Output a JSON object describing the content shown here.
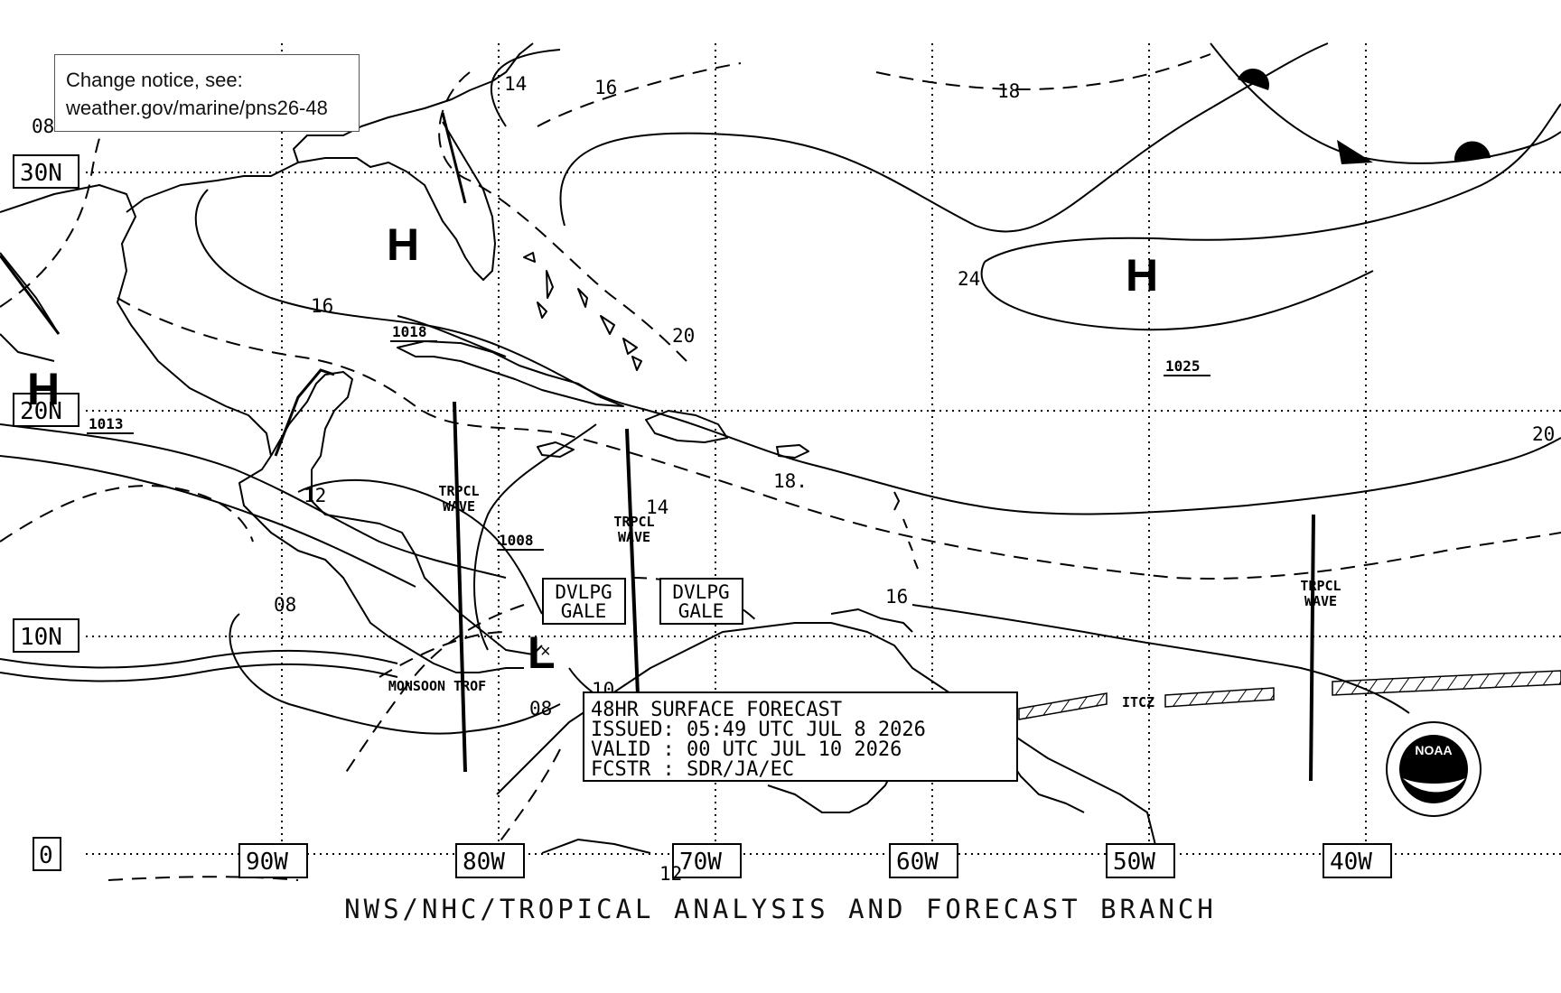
{
  "notice": {
    "line1": "Change notice, see:",
    "line2": "weather.gov/marine/pns26-48"
  },
  "lat_labels": {
    "n30": "30N",
    "n20": "20N",
    "n10": "10N",
    "eq": "0"
  },
  "lon_labels": {
    "w90": "90W",
    "w80": "80W",
    "w70": "70W",
    "w60": "60W",
    "w50": "50W",
    "w40": "40W"
  },
  "pressure_centers": {
    "high_gulf": "H",
    "high_atlantic": "H",
    "high_mexico": "H",
    "low_caribbean": "L"
  },
  "pressure_values": {
    "p1018": "1018",
    "p1013": "1013",
    "p1008": "1008",
    "p1025": "1025"
  },
  "isobar_labels": {
    "l14_top": "14",
    "l16_top": "16",
    "l18_top": "18",
    "l08_left": "08",
    "l16_gulf": "16",
    "l20_mid": "20",
    "l24": "24",
    "l20_right": "20",
    "l12_left": "12",
    "l18_mid": "18.",
    "l14_mid": "14",
    "l16_mid": "16",
    "l08_lower": "08",
    "l08_bottom": "08",
    "l10_bottom": "10",
    "l12_bottom": "12"
  },
  "features": {
    "wave1": [
      "TRPCL",
      "WAVE"
    ],
    "wave2": [
      "TRPCL",
      "WAVE"
    ],
    "wave3": [
      "TRPCL",
      "WAVE"
    ],
    "gale1": [
      "DVLPG",
      "GALE"
    ],
    "gale2": [
      "DVLPG",
      "GALE"
    ],
    "monsoon": "MONSOON TROF",
    "itcz": "ITCZ"
  },
  "forecast_box": {
    "line1": "48HR SURFACE FORECAST",
    "line2": "ISSUED: 05:49 UTC JUL 8 2026",
    "line3": "VALID : 00 UTC JUL 10 2026",
    "line4": "FCSTR : SDR/JA/EC"
  },
  "logo": {
    "text": "NOAA",
    "icon": "noaa-logo-icon"
  },
  "footer": "NWS/NHC/TROPICAL ANALYSIS AND FORECAST BRANCH",
  "colors": {
    "ink": "#000000",
    "background": "#ffffff"
  }
}
